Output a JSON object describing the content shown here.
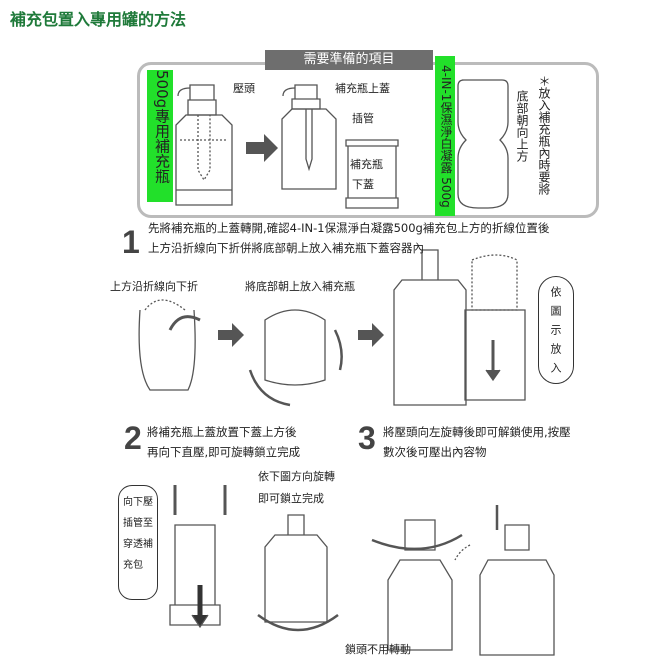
{
  "title": "補充包置入專用罐的方法",
  "prep": {
    "header": "需要準備的項目",
    "bottle_label": "500g專用補充瓶",
    "pump_head": "壓頭",
    "bottle_top_cap": "補充瓶上蓋",
    "tube": "插管",
    "bottom_cap_line1": "補充瓶",
    "bottom_cap_line2": "下蓋",
    "refill_label": "4-IN-1保濕淨白凝露 500g",
    "bottom_up": "底部朝向上方",
    "note": "＊放入補充瓶內時要將"
  },
  "step1": {
    "number": "1",
    "line1": "先將補充瓶的上蓋轉開,確認4-IN-1保濕淨白凝露500g補充包上方的折線位置後",
    "line2": "上方沿折線向下折併將底部朝上放入補充瓶下蓋容器內",
    "caption_fold": "上方沿折線向下折",
    "caption_insert": "將底部朝上放入補充瓶",
    "callout": "依圖示放入"
  },
  "step2": {
    "number": "2",
    "line1": "將補充瓶上蓋放置下蓋上方後",
    "line2": "再向下直壓,即可旋轉鎖立完成",
    "rotate_line1": "依下圖方向旋轉",
    "rotate_line2": "即可鎖立完成",
    "callout": "向下壓插管至穿透補充包"
  },
  "step3": {
    "number": "3",
    "line1": "將壓頭向左旋轉後即可解鎖使用,按壓",
    "line2": "數次後可壓出內容物",
    "lock_note": "鎖頭不用轉動"
  }
}
